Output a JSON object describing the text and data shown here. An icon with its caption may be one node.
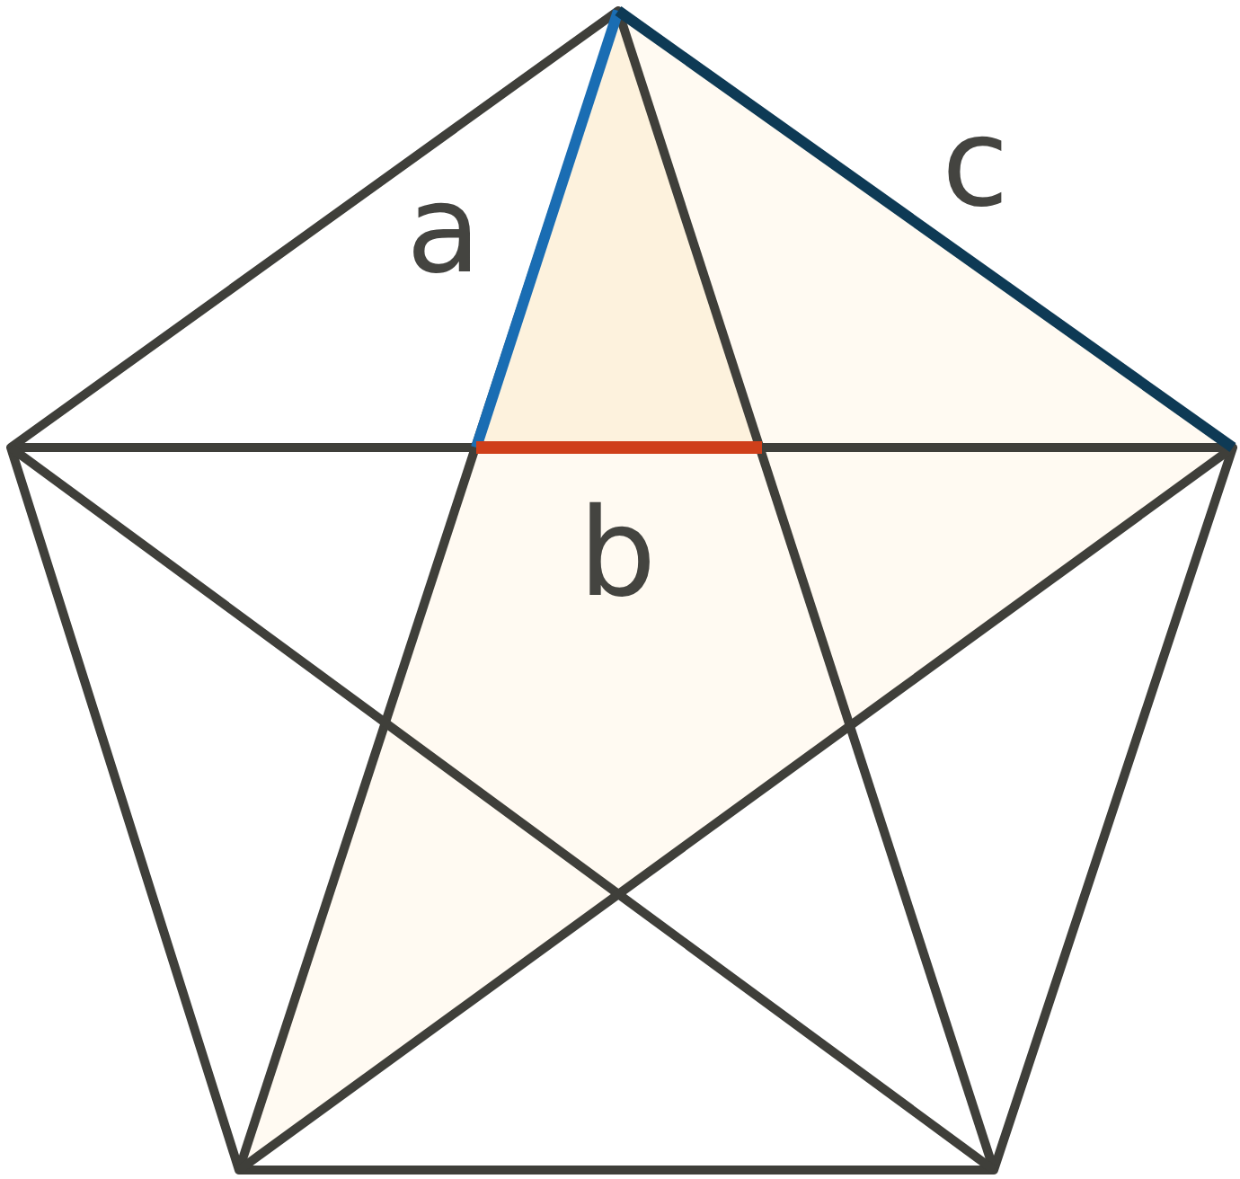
{
  "diagram": {
    "labels": [
      "a",
      "c",
      "b"
    ]
  }
}
